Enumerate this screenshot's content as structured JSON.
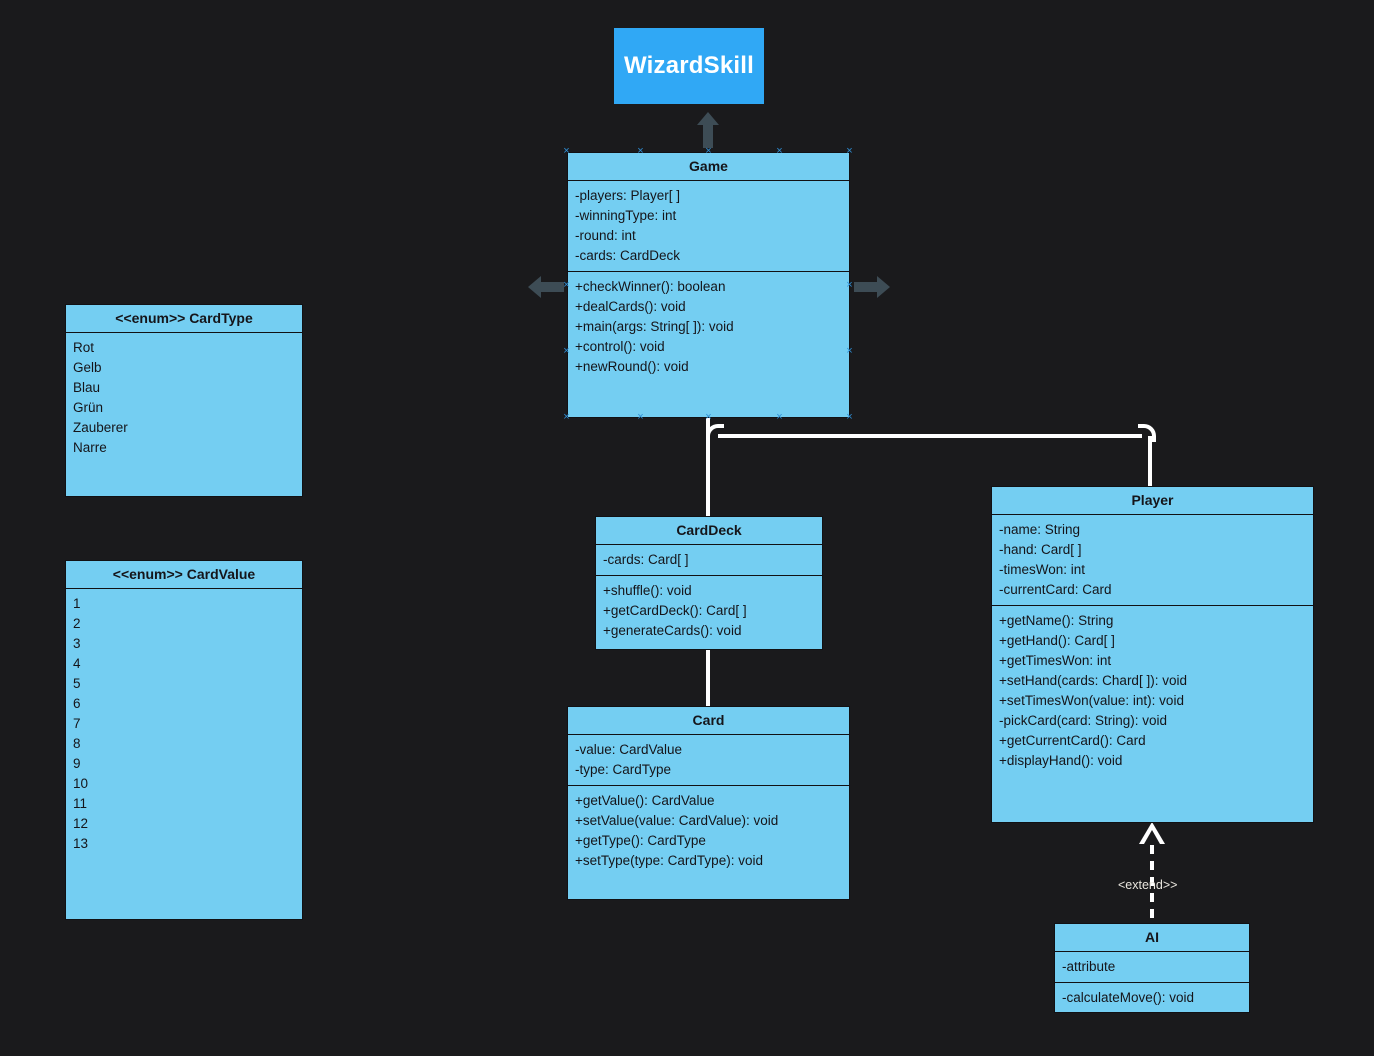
{
  "diagram": {
    "title_block": {
      "label": "WizardSkill"
    },
    "background_color": "#1a1a1c",
    "class_fill_color": "#74cef2",
    "title_fill_color": "#30a8f5",
    "connector_color": "#ffffff",
    "arrow_color": "#3d4c55"
  },
  "classes": {
    "game": {
      "name": "Game",
      "attributes": [
        "-players: Player[ ]",
        "-winningType: int",
        "-round: int",
        "-cards: CardDeck"
      ],
      "methods": [
        "+checkWinner(): boolean",
        "+dealCards(): void",
        "+main(args: String[ ]): void",
        "+control(): void",
        "+newRound(): void"
      ]
    },
    "card_type": {
      "name": "<<enum>> CardType",
      "values": [
        "Rot",
        "Gelb",
        "Blau",
        "Grün",
        "Zauberer",
        "Narre"
      ]
    },
    "card_value": {
      "name": "<<enum>> CardValue",
      "values": [
        "1",
        "2",
        "3",
        "4",
        "5",
        "6",
        "7",
        "8",
        "9",
        "10",
        "11",
        "12",
        "13"
      ]
    },
    "card_deck": {
      "name": "CardDeck",
      "attributes": [
        "-cards: Card[ ]"
      ],
      "methods": [
        "+shuffle(): void",
        "+getCardDeck(): Card[ ]",
        "+generateCards(): void"
      ]
    },
    "card": {
      "name": "Card",
      "attributes": [
        "-value: CardValue",
        "-type: CardType"
      ],
      "methods": [
        "+getValue(): CardValue",
        "+setValue(value: CardValue): void",
        "+getType(): CardType",
        "+setType(type: CardType): void"
      ]
    },
    "player": {
      "name": "Player",
      "attributes": [
        "-name: String",
        "-hand: Card[ ]",
        "-timesWon: int",
        "-currentCard: Card"
      ],
      "methods": [
        "+getName(): String",
        "+getHand(): Card[ ]",
        "+getTimesWon: int",
        "+setHand(cards: Chard[ ]): void",
        "+setTimesWon(value: int): void",
        "-pickCard(card: String): void",
        "+getCurrentCard(): Card",
        "+displayHand(): void"
      ]
    },
    "ai": {
      "name": "AI",
      "attributes": [
        "-attribute"
      ],
      "methods": [
        "-calculateMove(): void"
      ]
    }
  },
  "relations": {
    "extend_label": "<extend>>"
  }
}
